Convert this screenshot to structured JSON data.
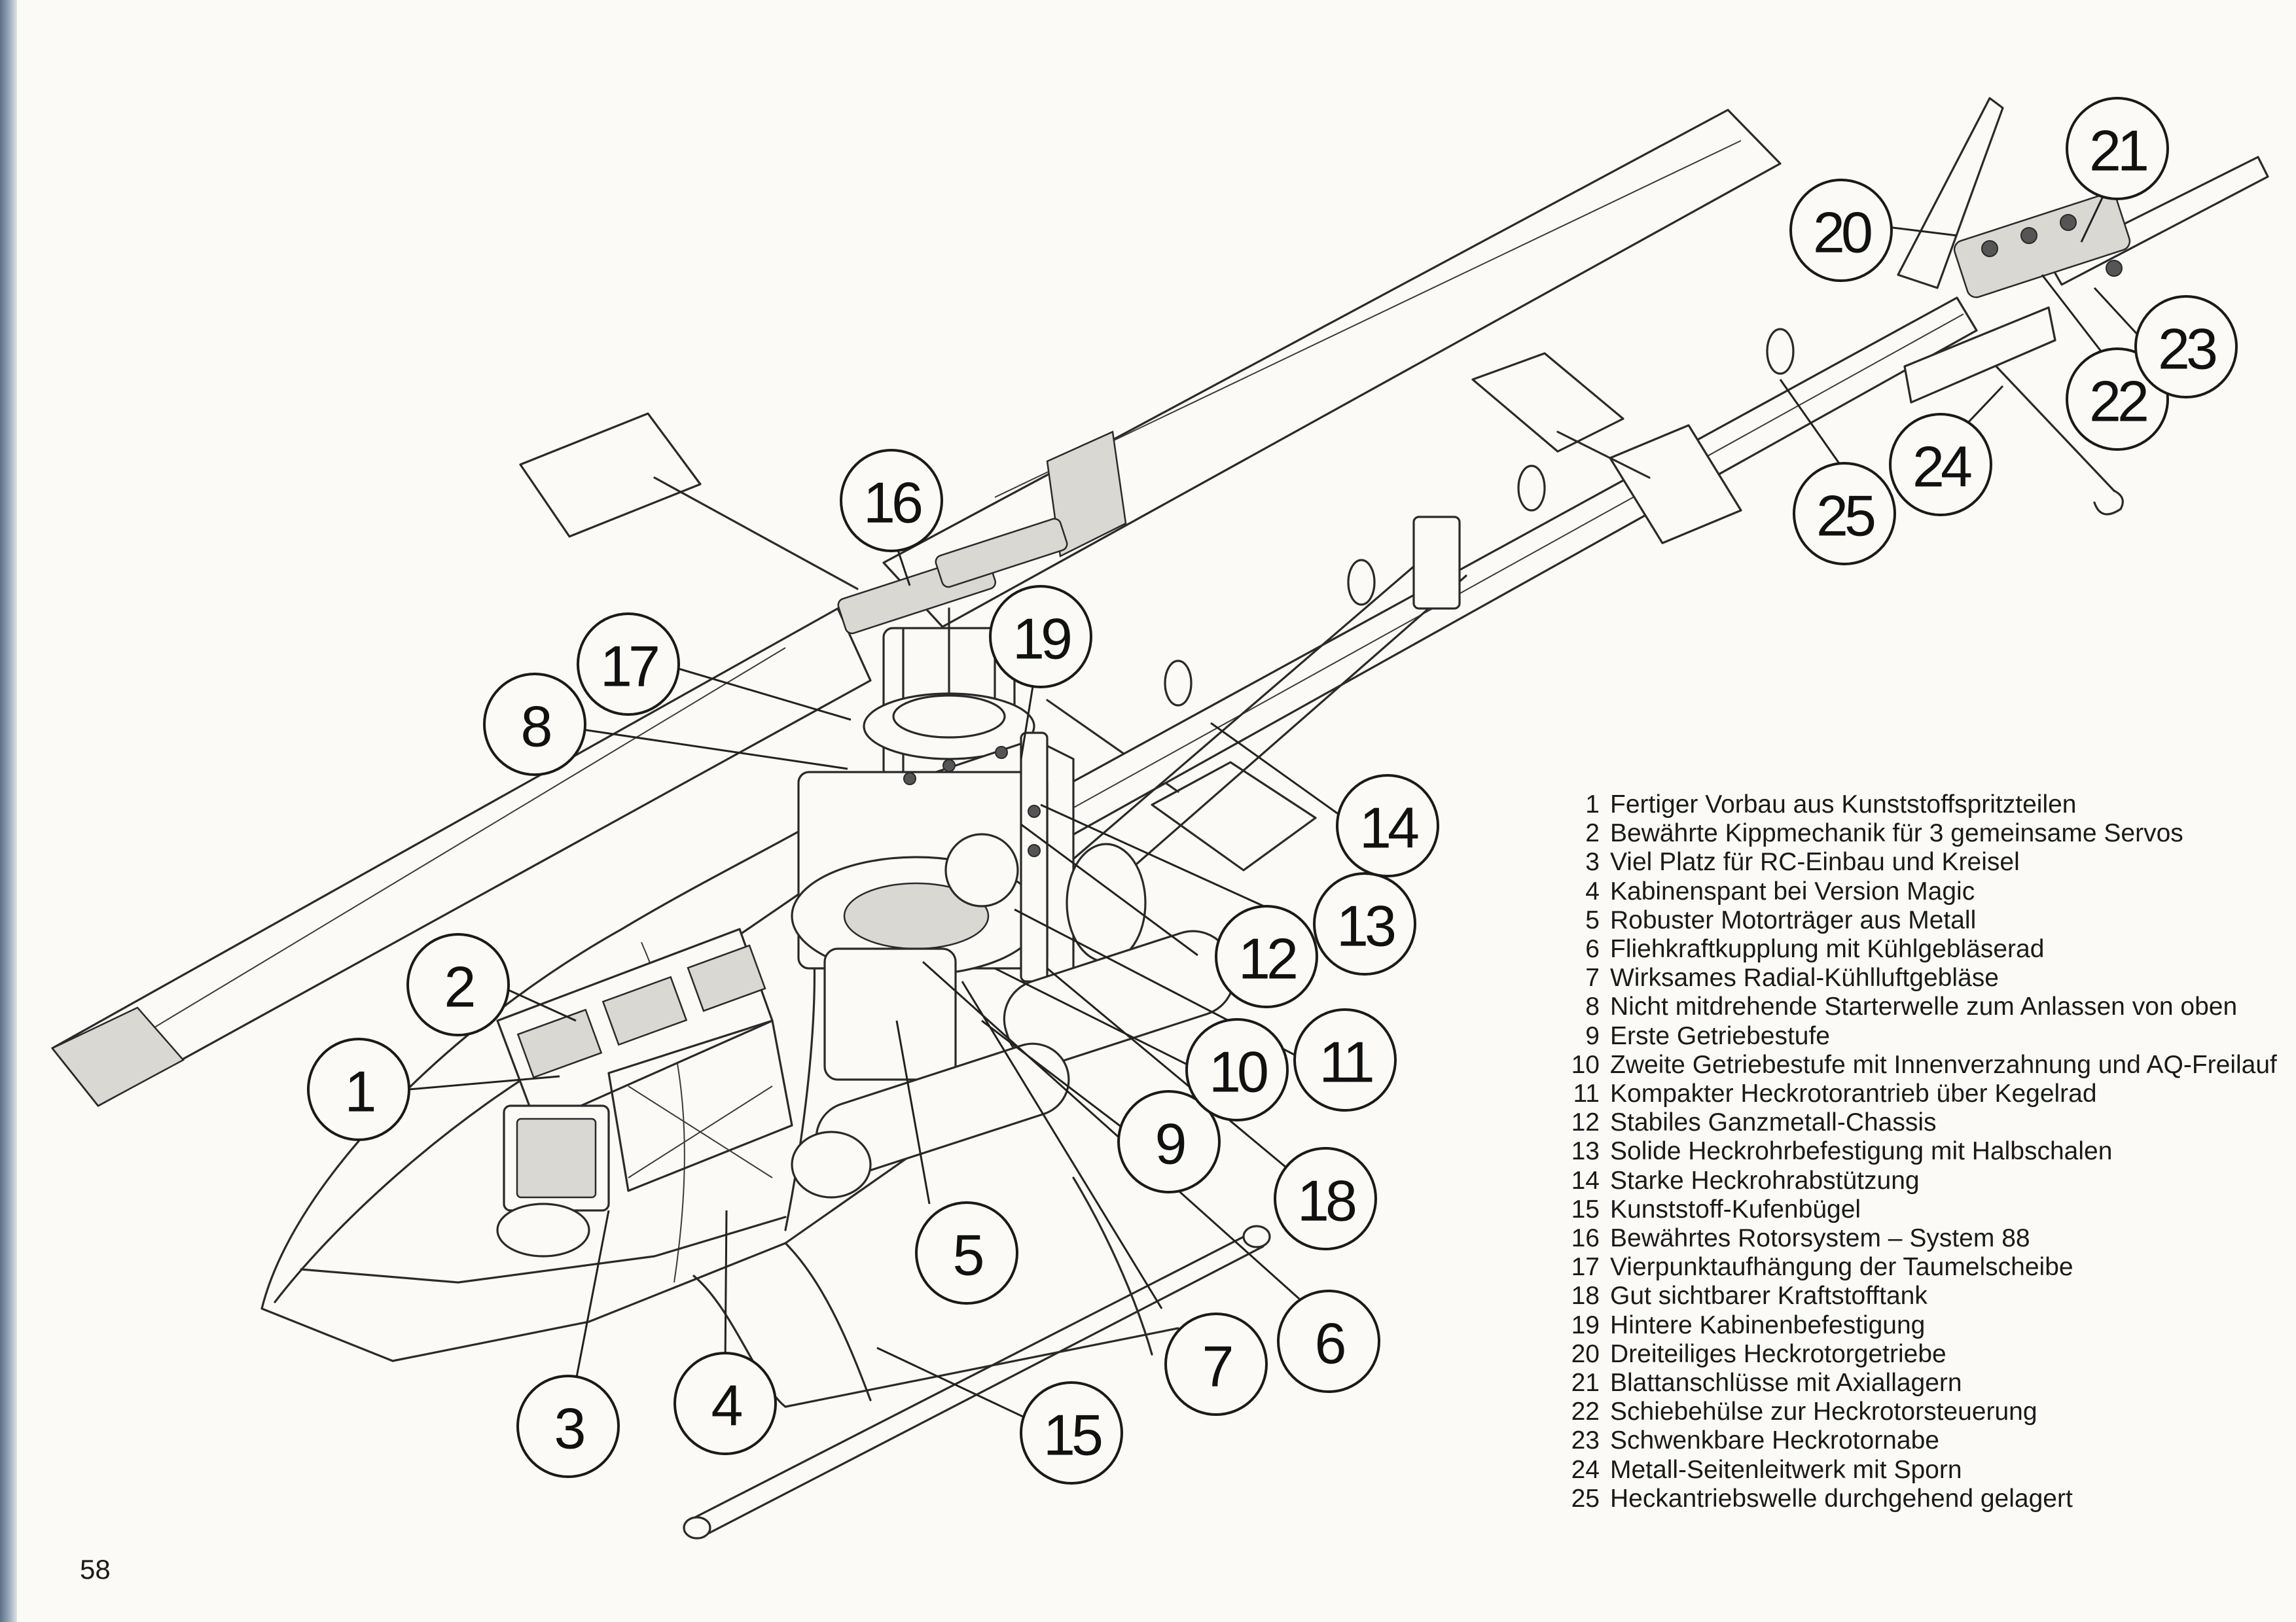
{
  "page_number": "58",
  "legend": [
    {
      "num": "1",
      "text": "Fertiger Vorbau aus Kunststoffspritzteilen"
    },
    {
      "num": "2",
      "text": "Bewährte Kippmechanik für 3 gemeinsame Servos"
    },
    {
      "num": "3",
      "text": "Viel Platz für RC-Einbau und Kreisel"
    },
    {
      "num": "4",
      "text": "Kabinenspant bei Version Magic"
    },
    {
      "num": "5",
      "text": "Robuster Motorträger aus Metall"
    },
    {
      "num": "6",
      "text": "Fliehkraftkupplung mit Kühlgebläserad"
    },
    {
      "num": "7",
      "text": "Wirksames Radial-Kühlluftgebläse"
    },
    {
      "num": "8",
      "text": "Nicht mitdrehende Starterwelle zum Anlassen von oben"
    },
    {
      "num": "9",
      "text": "Erste Getriebestufe"
    },
    {
      "num": "10",
      "text": "Zweite Getriebestufe mit Innenverzahnung und AQ-Freilauf"
    },
    {
      "num": "11",
      "text": "Kompakter Heckrotorantrieb über Kegelrad"
    },
    {
      "num": "12",
      "text": "Stabiles Ganzmetall-Chassis"
    },
    {
      "num": "13",
      "text": "Solide Heckrohrbefestigung mit Halbschalen"
    },
    {
      "num": "14",
      "text": "Starke Heckrohrabstützung"
    },
    {
      "num": "15",
      "text": "Kunststoff-Kufenbügel"
    },
    {
      "num": "16",
      "text": "Bewährtes Rotorsystem – System 88"
    },
    {
      "num": "17",
      "text": "Vierpunktaufhängung der Taumelscheibe"
    },
    {
      "num": "18",
      "text": "Gut sichtbarer Kraftstofftank"
    },
    {
      "num": "19",
      "text": "Hintere Kabinenbefestigung"
    },
    {
      "num": "20",
      "text": "Dreiteiliges Heckrotorgetriebe"
    },
    {
      "num": "21",
      "text": "Blattanschlüsse mit Axiallagern"
    },
    {
      "num": "22",
      "text": "Schiebehülse zur Heckrotorsteuerung"
    },
    {
      "num": "23",
      "text": "Schwenkbare Heckrotornabe"
    },
    {
      "num": "24",
      "text": "Metall-Seitenleitwerk mit Sporn"
    },
    {
      "num": "25",
      "text": "Heckantriebswelle durchgehend gelagert"
    }
  ],
  "callouts": {
    "c1": "1",
    "c2": "2",
    "c3": "3",
    "c4": "4",
    "c5": "5",
    "c6": "6",
    "c7": "7",
    "c8": "8",
    "c9": "9",
    "c10": "10",
    "c11": "11",
    "c12": "12",
    "c13": "13",
    "c14": "14",
    "c15": "15",
    "c16": "16",
    "c17": "17",
    "c18": "18",
    "c19": "19",
    "c20": "20",
    "c21": "21",
    "c22": "22",
    "c23": "23",
    "c24": "24",
    "c25": "25"
  }
}
